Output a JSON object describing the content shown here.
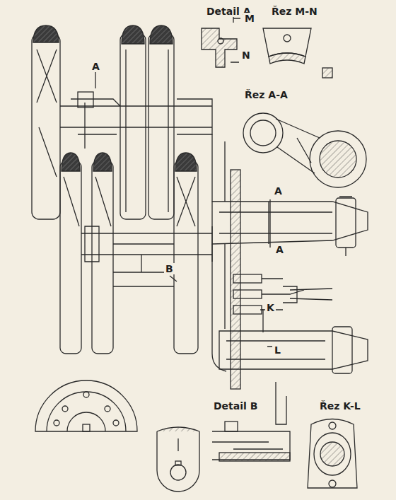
{
  "diagram": {
    "labels": [
      "Detail A",
      "M",
      "N",
      "Řez M-N",
      "A",
      "Řez A-A",
      "A",
      "A",
      "K",
      "L",
      "B",
      "Detail B",
      "Řez K-L"
    ]
  }
}
